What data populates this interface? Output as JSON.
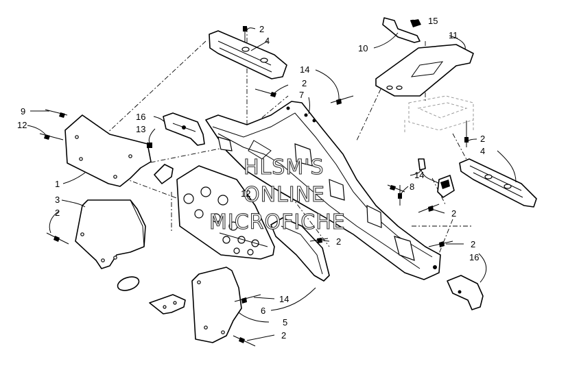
{
  "watermark": {
    "line1": "HLSM'S",
    "line2": "ONLINE",
    "line3": "MICROFICHE"
  },
  "callouts": {
    "c2_top": "2",
    "c4_top": "4",
    "c15": "15",
    "c10": "10",
    "c11": "11",
    "c14_top": "14",
    "c2_mid": "2",
    "c7": "7",
    "c9": "9",
    "c12_left": "12",
    "c16_left": "16",
    "c13": "13",
    "c2_right": "2",
    "c4_right": "4",
    "c1": "1",
    "c14_right": "14",
    "c8": "8",
    "c12_center": "12",
    "c3": "3",
    "c2_left": "2",
    "c2_center_right": "2",
    "c2_center": "2",
    "c2_lower_right": "2",
    "c16_right": "16",
    "c14_bottom": "14",
    "c6": "6",
    "c5": "5",
    "c2_bottom": "2"
  }
}
